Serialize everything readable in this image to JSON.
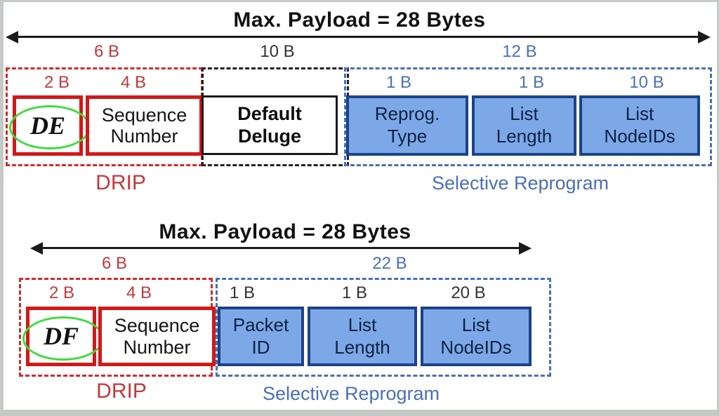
{
  "colors": {
    "solid_red_border": "#d51717",
    "red_text": "#c4383d",
    "black": "#1a1a1a",
    "blue_text": "#4a6fb8",
    "blue_fill": "#7ca8e8",
    "blue_border": "#1c4388",
    "green_ellipse": "#3fdc3f",
    "frame_gray": "#c6cac6"
  },
  "diagram_top": {
    "title": "Max. Payload = 28 Bytes",
    "group_sizes": {
      "drip": "6 B",
      "deluge": "10 B",
      "selective": "12 B"
    },
    "field_sizes": {
      "de": "2 B",
      "seq": "4 B",
      "reprog": "1 B",
      "list_length": "1 B",
      "list_nodeids": "10 B"
    },
    "fields": {
      "de": "DE",
      "seq": "Sequence\nNumber",
      "deluge": "Default\nDeluge",
      "reprog": "Reprog.\nType",
      "list_length": "List\nLength",
      "list_nodeids": "List\nNodeIDs"
    },
    "footer": {
      "drip": "DRIP",
      "selective": "Selective Reprogram"
    }
  },
  "diagram_bottom": {
    "title": "Max. Payload = 28 Bytes",
    "group_sizes": {
      "drip": "6 B",
      "selective": "22 B"
    },
    "field_sizes": {
      "df": "2 B",
      "seq": "4 B",
      "packet_id": "1 B",
      "list_length": "1 B",
      "list_nodeids": "20 B"
    },
    "fields": {
      "df": "DF",
      "seq": "Sequence\nNumber",
      "packet_id": "Packet\nID",
      "list_length": "List\nLength",
      "list_nodeids": "List\nNodeIDs"
    },
    "footer": {
      "drip": "DRIP",
      "selective": "Selective Reprogram"
    }
  }
}
